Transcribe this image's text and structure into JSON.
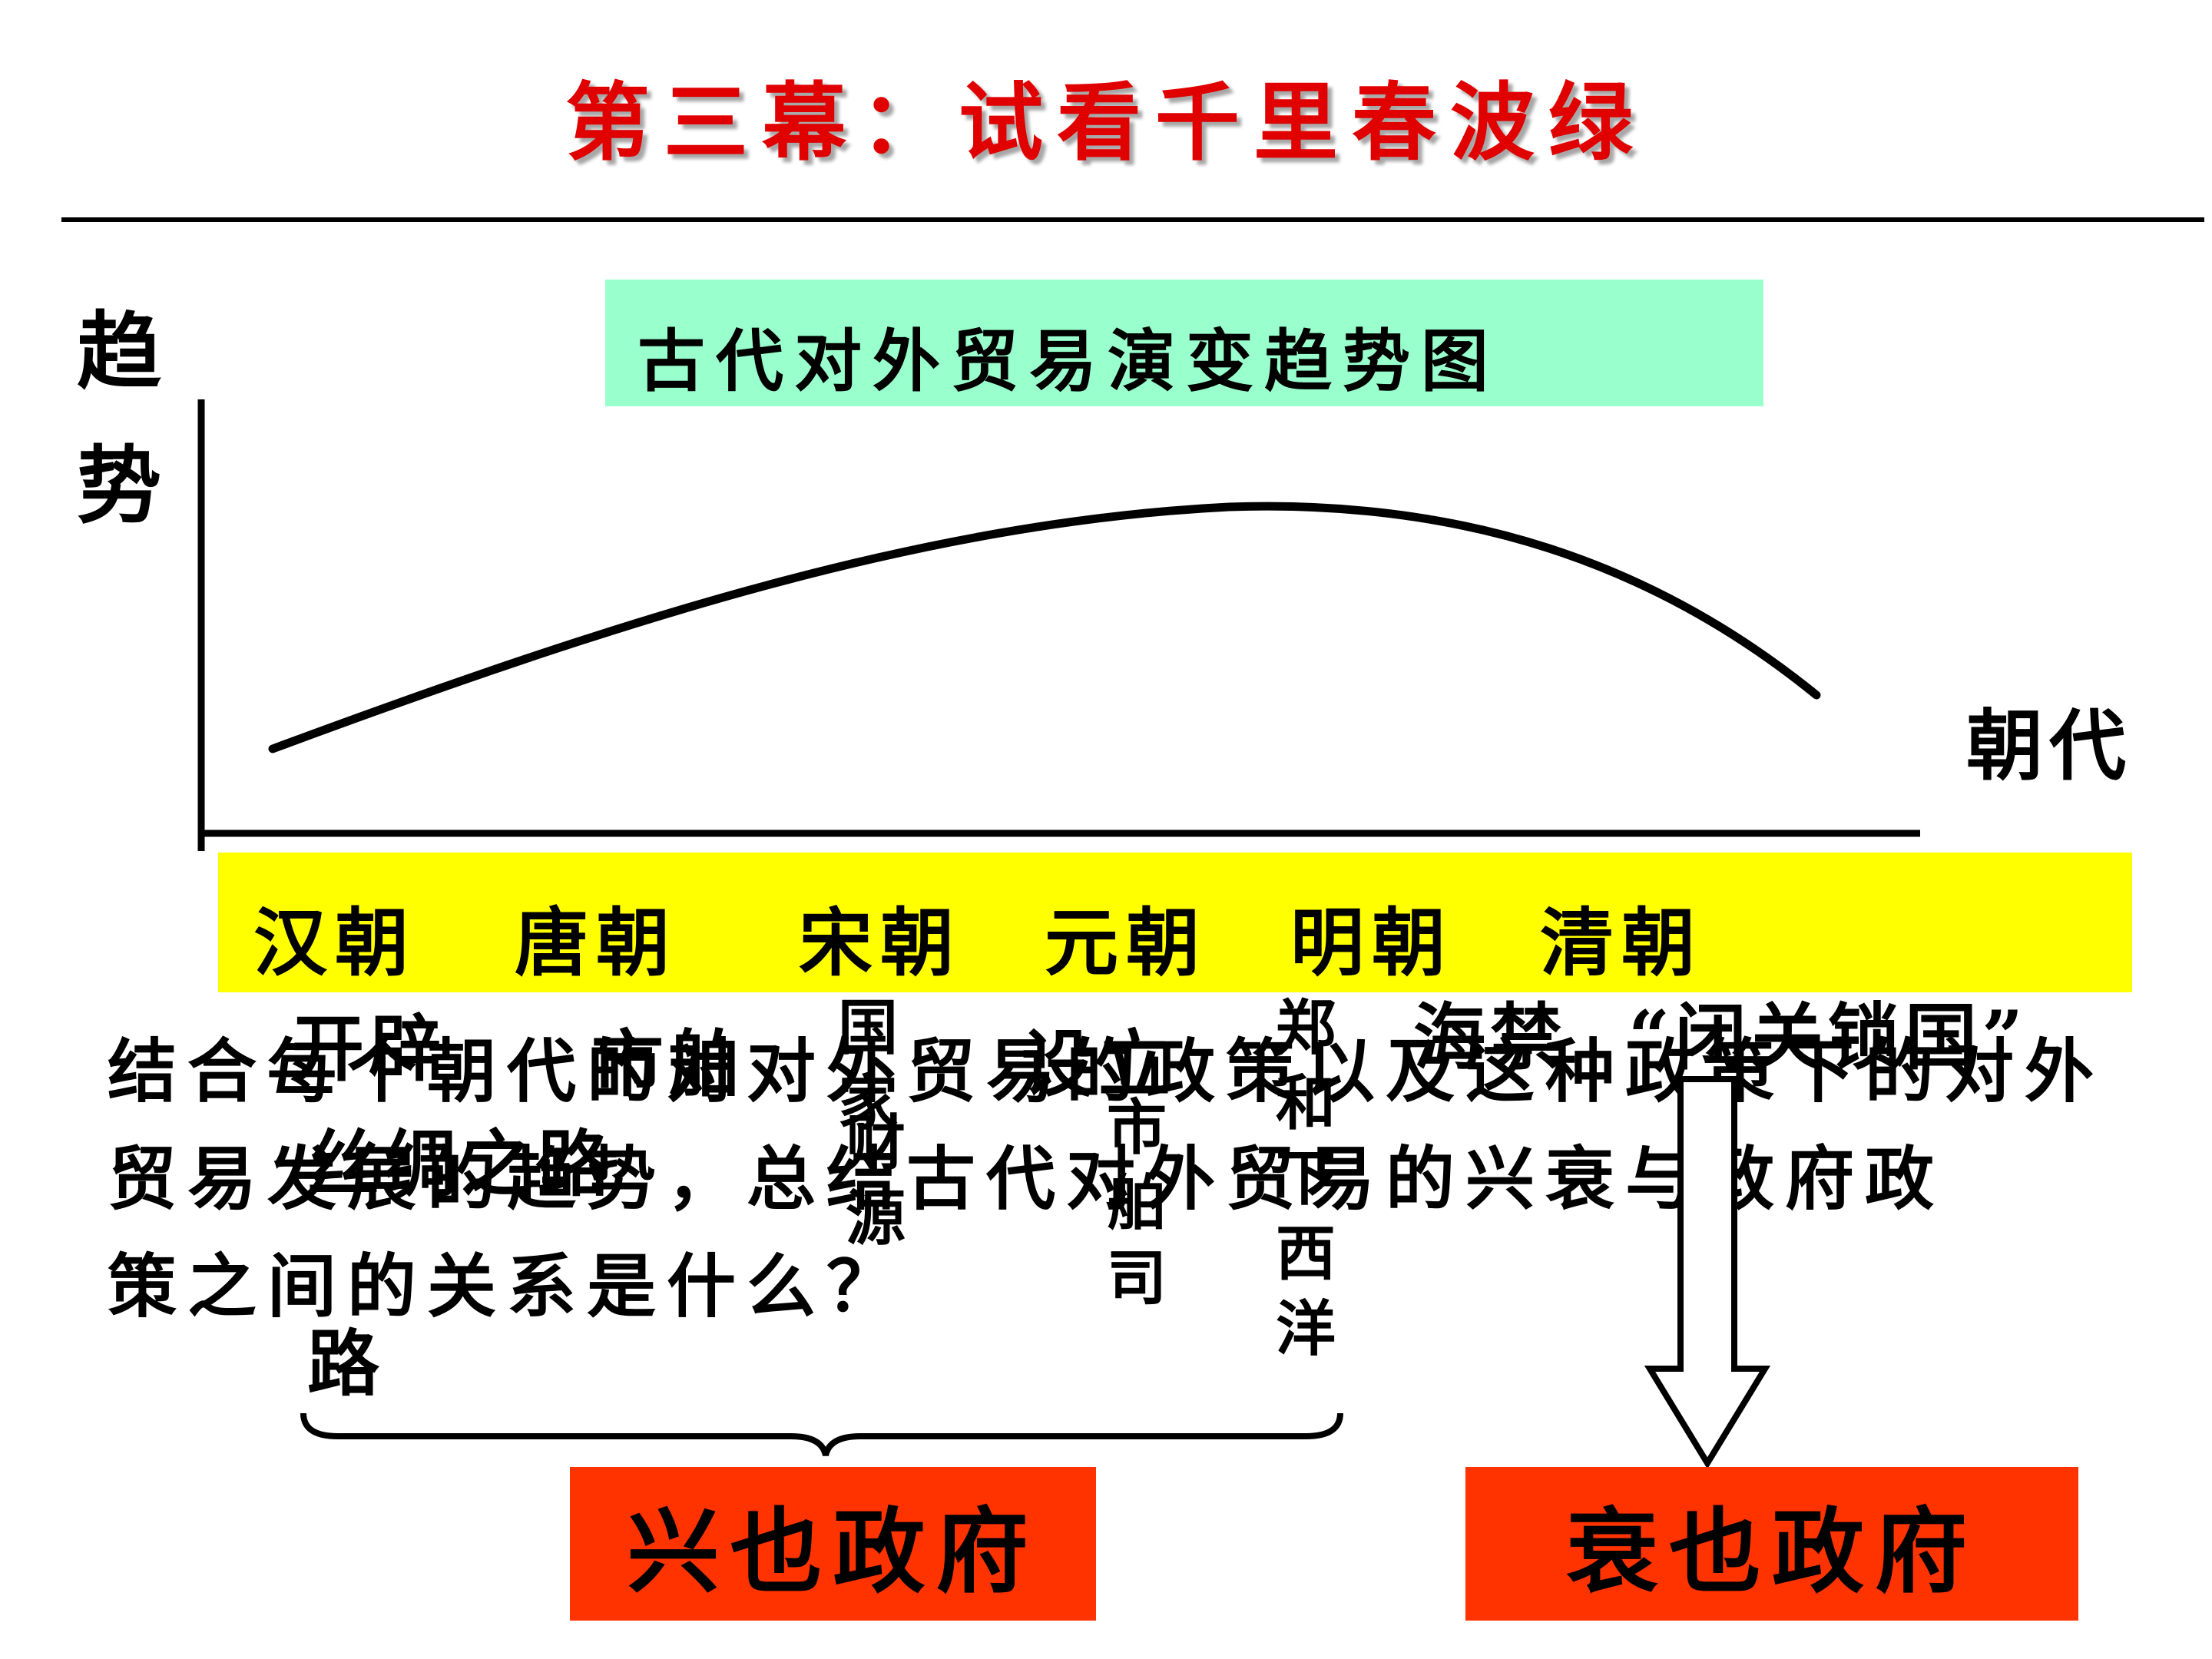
{
  "slide_title": "第三幕：试看千里春波绿",
  "chart_title": "古代对外贸易演变趋势图",
  "y_label": "趋势",
  "x_label": "朝代",
  "dynasties": [
    "汉朝",
    "唐朝",
    "宋朝",
    "元朝",
    "明朝",
    "清朝"
  ],
  "paragraph_lines": [
    "结合每个朝代的对对外贸易的政策以及这种政策下的对外",
    "贸易发展的趋势，总结古代对外贸易的兴衰与政府政",
    "策之间的关系是什么？"
  ],
  "policies": {
    "silk_road": "丝绸之路",
    "shibo_gate": "市舶",
    "shibo_si": "市舶司",
    "zheng_he": "郑和下西洋",
    "haijin": "海禁",
    "closed": "“闭关锁国”",
    "overlap_1": "开辟",
    "overlap_2": "设立",
    "overlap_3": "财源",
    "overlap_4": "国家",
    "overlap_5": "路"
  },
  "conclusions": {
    "rise": "兴也政府",
    "fall": "衰也政府"
  },
  "colors": {
    "title": "#e00000",
    "chart_title_bg": "#99ffcc",
    "dynasty_bar": "#ffff00",
    "conclusion_bg": "#ff3300"
  }
}
